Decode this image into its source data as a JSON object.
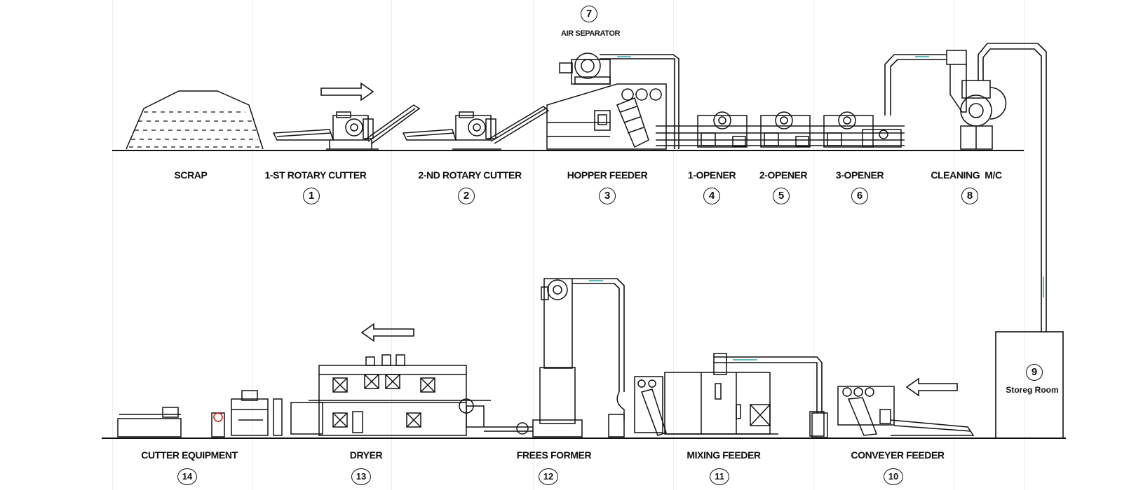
{
  "diagram": {
    "top_row": [
      {
        "id": "scrap",
        "label": "SCRAP",
        "number": ""
      },
      {
        "id": "rotary-cutter-1",
        "label": "1-ST ROTARY CUTTER",
        "number": "1"
      },
      {
        "id": "rotary-cutter-2",
        "label": "2-ND ROTARY CUTTER",
        "number": "2"
      },
      {
        "id": "hopper-feeder",
        "label": "HOPPER FEEDER",
        "number": "3"
      },
      {
        "id": "opener-1",
        "label": "1-OPENER",
        "number": "4"
      },
      {
        "id": "opener-2",
        "label": "2-OPENER",
        "number": "5"
      },
      {
        "id": "opener-3",
        "label": "3-OPENER",
        "number": "6"
      },
      {
        "id": "cleaning-mc",
        "label": "CLEANING  M/C",
        "number": "8"
      }
    ],
    "air_separator": {
      "label": "AIR SEPARATOR",
      "number": "7"
    },
    "storage_room": {
      "label": "Storeg Room",
      "number": "9"
    },
    "bottom_row": [
      {
        "id": "cutter-equipment",
        "label": "CUTTER EQUIPMENT",
        "number": "14"
      },
      {
        "id": "dryer",
        "label": "DRYER",
        "number": "13"
      },
      {
        "id": "frees-former",
        "label": "FREES FORMER",
        "number": "12"
      },
      {
        "id": "mixing-feeder",
        "label": "MIXING FEEDER",
        "number": "11"
      },
      {
        "id": "conveyer-feeder",
        "label": "CONVEYER FEEDER",
        "number": "10"
      }
    ],
    "colors": {
      "line": "#111111",
      "duct_arrow": "#2aa0a8",
      "accent_red": "#cc1111"
    }
  }
}
